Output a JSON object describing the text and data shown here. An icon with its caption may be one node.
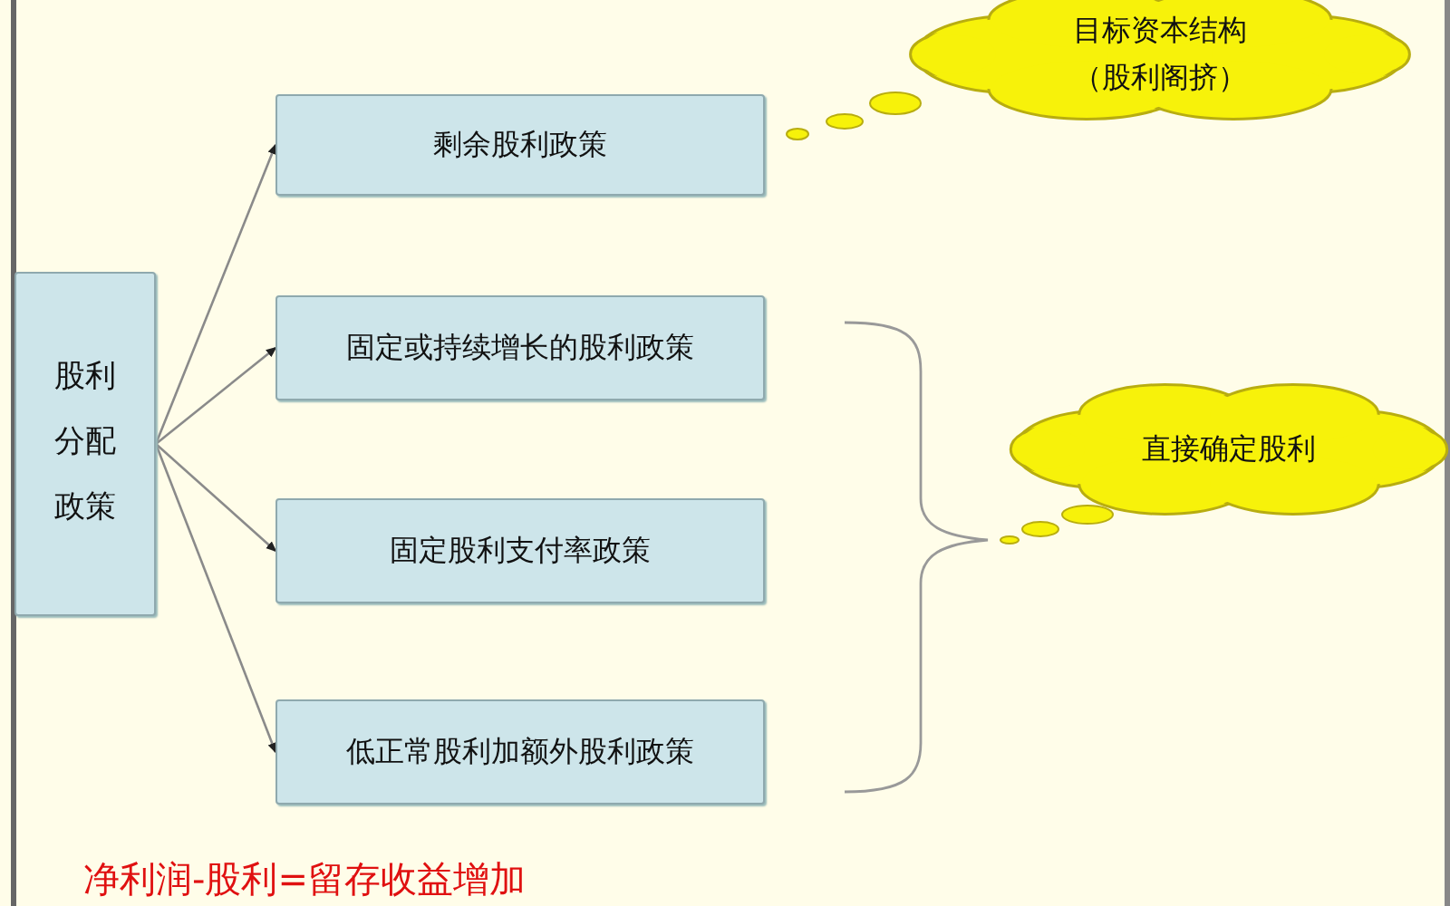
{
  "diagram": {
    "nodes": [
      {
        "text": [
          "股利分配政策"
        ]
      },
      {
        "text": [
          "剩余股利政策"
        ]
      },
      {
        "text": [
          "固定或持续增长的股利政策"
        ]
      },
      {
        "text": [
          "固定股利支付率政策"
        ]
      },
      {
        "text": [
          "低正常股利加额外股利政策"
        ]
      },
      {
        "text": [
          "目标资本结构",
          "（股利阁挤）"
        ]
      },
      {
        "text": [
          "直接确定股利"
        ]
      }
    ],
    "edges": [
      {
        "from": 0,
        "to": 1,
        "arrow": "to"
      },
      {
        "from": 0,
        "to": 2,
        "arrow": "to"
      },
      {
        "from": 0,
        "to": 3,
        "arrow": "to"
      },
      {
        "from": 0,
        "to": 4,
        "arrow": "to"
      }
    ],
    "labels": [
      "净利润-股利=留存收益增加"
    ]
  }
}
